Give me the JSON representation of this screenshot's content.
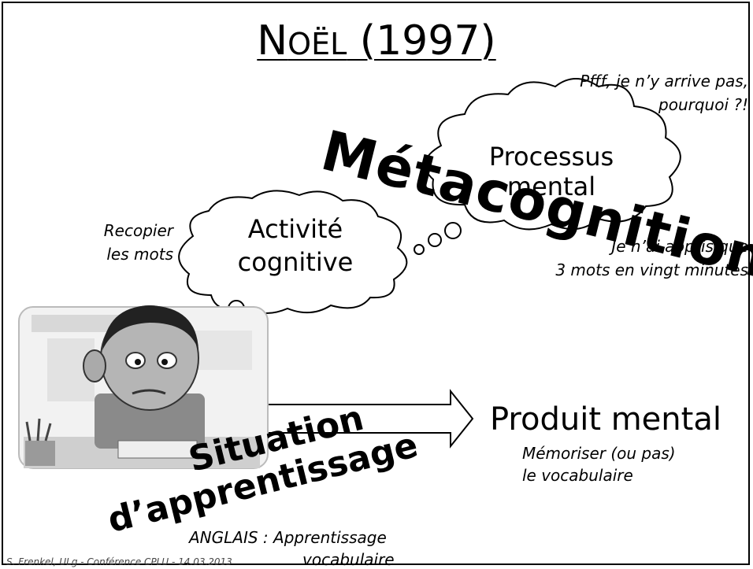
{
  "slide": {
    "title": {
      "first": "N",
      "small": "OËL",
      "rest": " (1997)"
    },
    "metacognition_label": "Métacognition",
    "metacognition_comment": {
      "line1": "Pfff, je n’y arrive pas,",
      "line2": "pourquoi ?!"
    },
    "processus_cloud": {
      "line1": "Processus",
      "line2": "mental"
    },
    "activite_cloud": {
      "line1": "Activité",
      "line2": "cognitive"
    },
    "activite_comment": {
      "line1": "Recopier",
      "line2": "les mots"
    },
    "process_comment": {
      "line1": "Je n’ai appris que",
      "line2": "3 mots en vingt minutes"
    },
    "produit": {
      "label": "Produit mental",
      "sub1": "Mémoriser  (ou pas)",
      "sub2": "le vocabulaire"
    },
    "situation": {
      "line1": "Situation",
      "line2": "d’apprentissage"
    },
    "context": {
      "line1": "ANGLAIS : Apprentissage",
      "line2": "vocabulaire"
    },
    "footer": "S. Frenkel, ULg - Conférence CPLU - 14.03.2013"
  }
}
